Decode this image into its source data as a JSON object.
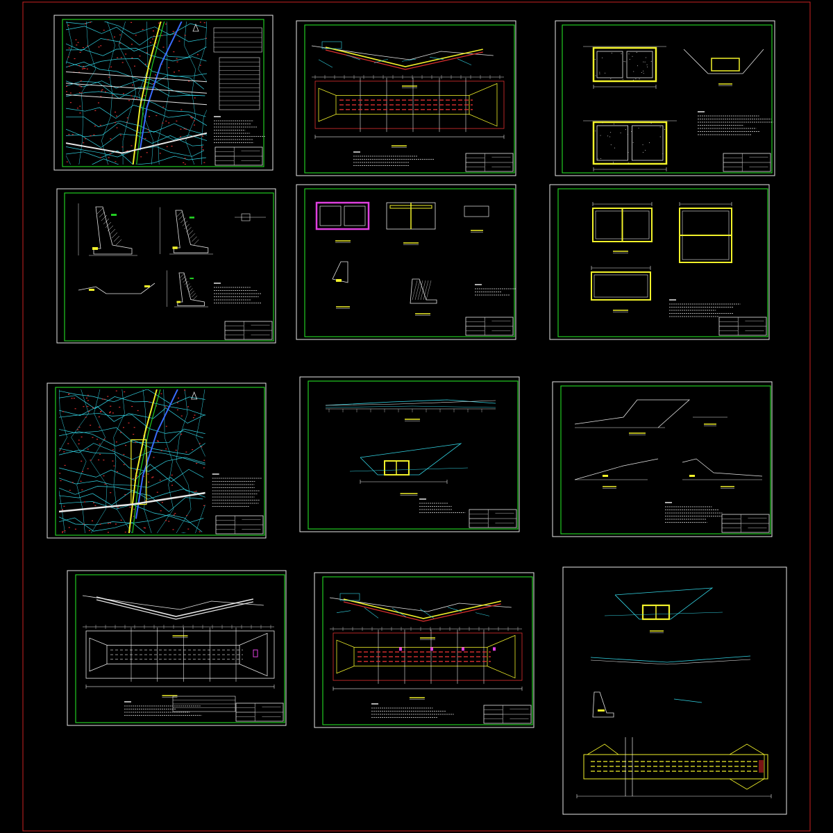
{
  "app": {
    "background": "#000000",
    "outer_frame_color": "#cc2222"
  },
  "colors": {
    "frame": "#22cc22",
    "cyan": "#33d6e6",
    "yellow": "#f2f22a",
    "red": "#e03030",
    "white": "#e8e8e8",
    "magenta": "#e040e0",
    "blue": "#3a6cff",
    "green_line": "#22cc22",
    "dark_red_fill": "#7a1414"
  },
  "sheets": [
    {
      "id": "s1",
      "kind": "topo-map",
      "variant": "road"
    },
    {
      "id": "s2",
      "kind": "culvert-profile-plan"
    },
    {
      "id": "s3",
      "kind": "box-sections"
    },
    {
      "id": "s4",
      "kind": "retaining-wall"
    },
    {
      "id": "s5",
      "kind": "rebar-details"
    },
    {
      "id": "s6",
      "kind": "box-rebar"
    },
    {
      "id": "s7",
      "kind": "topo-map",
      "variant": "plain"
    },
    {
      "id": "s8",
      "kind": "channel-sections"
    },
    {
      "id": "s9",
      "kind": "slope-sections"
    },
    {
      "id": "s10",
      "kind": "culvert-profile-plan",
      "variant": "white"
    },
    {
      "id": "s11",
      "kind": "culvert-profile-plan",
      "variant": "colored"
    },
    {
      "id": "s12",
      "kind": "combined-layout"
    }
  ]
}
